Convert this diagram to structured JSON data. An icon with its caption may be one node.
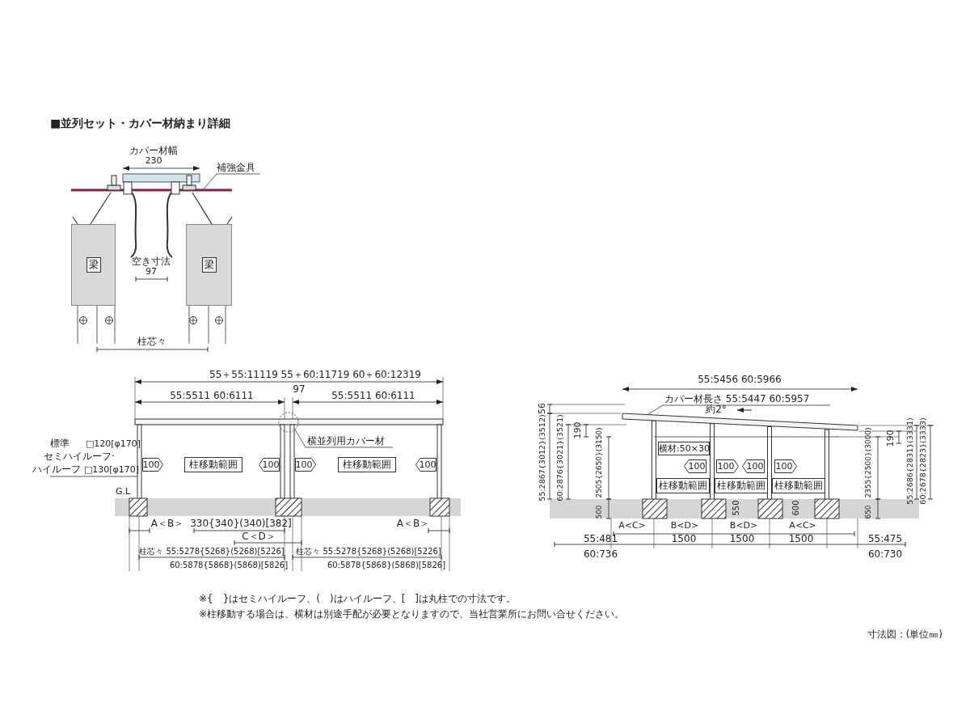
{
  "diagram": {
    "title": "■並列セット・カバー材納まり詳細",
    "nodes": [
      {
        "text": [
          "梁"
        ]
      },
      {
        "text": [
          "梁"
        ]
      },
      {
        "text": [
          "補強金具"
        ]
      },
      {
        "text": [
          "100"
        ]
      },
      {
        "text": [
          "柱移動範囲"
        ]
      },
      {
        "text": [
          "100"
        ]
      },
      {
        "text": [
          "100"
        ]
      },
      {
        "text": [
          "柱移動範囲"
        ]
      },
      {
        "text": [
          "100"
        ]
      },
      {
        "text": [
          "横並列用カバー材"
        ]
      },
      {
        "text": [
          "カバー材長さ 55:5447 60:5957"
        ]
      },
      {
        "text": [
          "横材:50×30"
        ]
      },
      {
        "text": [
          "100"
        ]
      },
      {
        "text": [
          "100"
        ]
      },
      {
        "text": [
          "100"
        ]
      },
      {
        "text": [
          "100"
        ]
      },
      {
        "text": [
          "柱移動範囲"
        ]
      },
      {
        "text": [
          "柱移動範囲"
        ]
      },
      {
        "text": [
          "柱移動範囲"
        ]
      },
      {
        "text": [],
        "shape": "bar"
      }
    ],
    "edges": [
      {
        "from": 2,
        "to": null,
        "arrow": "none"
      },
      {
        "from": 9,
        "to": null,
        "arrow": "none"
      },
      {
        "from": 10,
        "to": 19,
        "arrow": "none"
      }
    ],
    "labels": [
      "カバー材幅",
      "230",
      "空き寸法",
      "97",
      "柱芯々",
      "55＋55:11119 55＋60:11719 60＋60:12319",
      "55:5511 60:6111",
      "97",
      "55:5511 60:6111",
      "標準",
      "□120[φ170]",
      "セミハイルーフ·",
      "ハイルーフ",
      "□130[φ170]",
      "G.L",
      "A＜B＞",
      "330{340}(340)[382]",
      "C＜D＞",
      "A＜B＞",
      "柱芯々 55:5278{5268}(5268)[5226]",
      "60:5878{5868}(5868)[5826]",
      "柱芯々 55:5278{5268}(5268)[5226]",
      "60:5878{5868}(5868)[5826]",
      "55:5456 60:5966",
      "56",
      "約2°",
      "55:2867{3012}(3512)",
      "60:2876{3021}(3521)",
      "190",
      "2505{2650}(3150)",
      "500",
      "550",
      "600",
      "A<C>",
      "B<D>",
      "B<D>",
      "A<C>",
      "55:481",
      "60:736",
      "1500",
      "1500",
      "1500",
      "190",
      "2355{2500}(3000)",
      "650",
      "55:2686{2831}(3331)",
      "60:2678{2823}(3333)",
      "55:475",
      "60:730",
      "※{　}はセミハイルーフ、(　)はハイルーフ、[　]は丸柱での寸法です。",
      "※柱移動する場合は、横材は別途手配が必要となりますので、当社営業所にお問い合せください。",
      "寸法図：(単位㎜)"
    ]
  }
}
